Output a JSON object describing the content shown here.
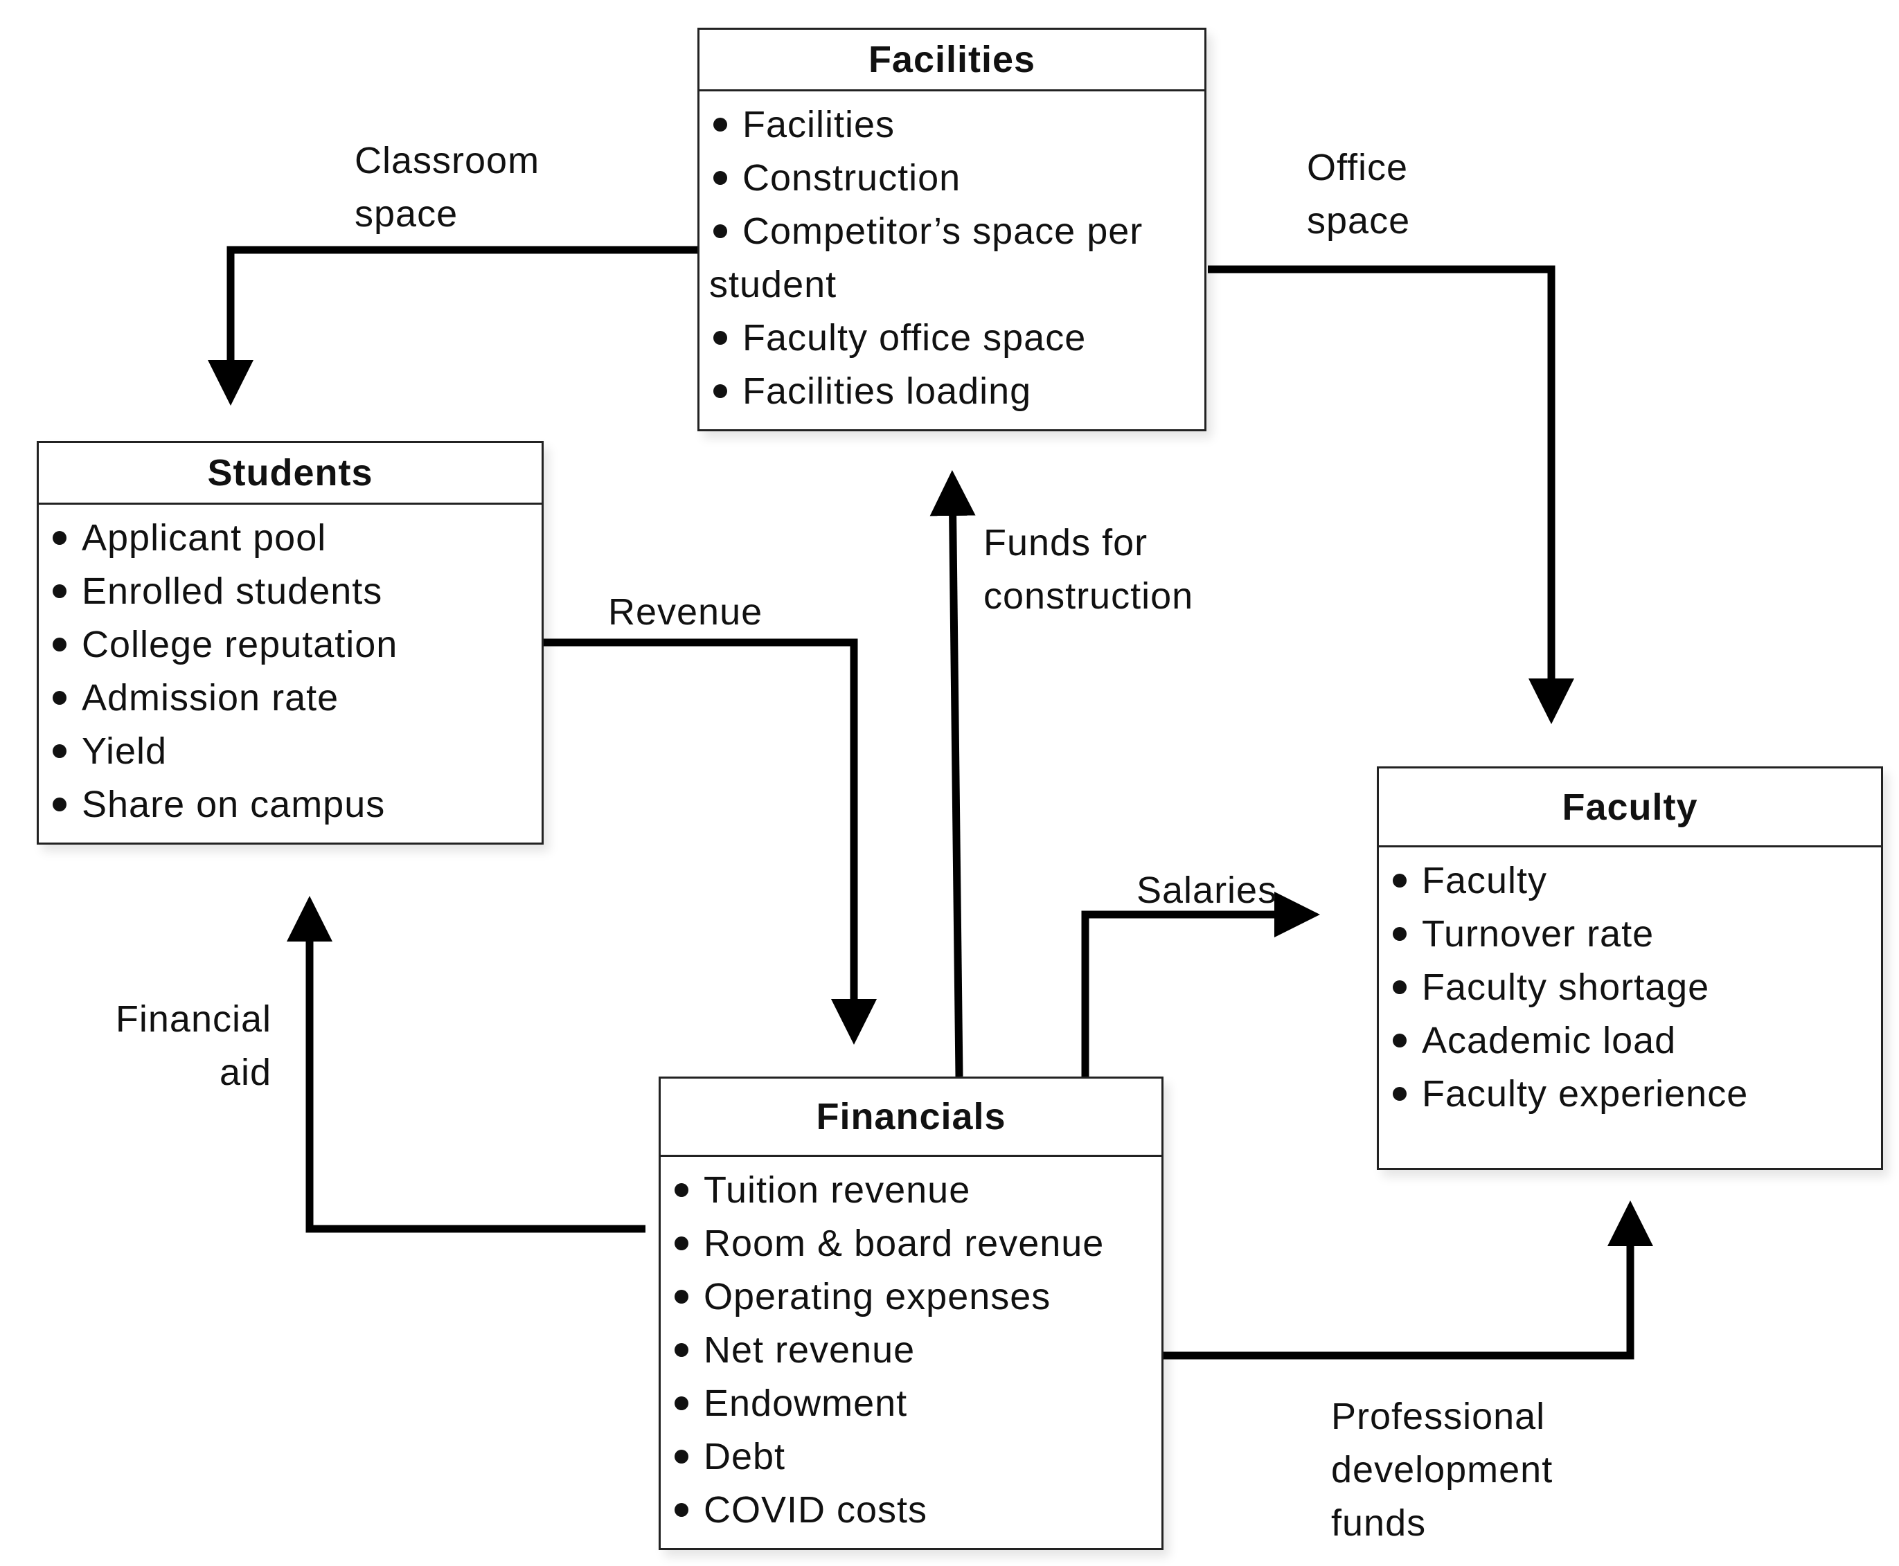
{
  "boxes": {
    "facilities": {
      "title": "Facilities",
      "items": [
        "Facilities",
        "Construction",
        "Competitor’s space per student",
        "Faculty office space",
        "Facilities loading"
      ]
    },
    "students": {
      "title": "Students",
      "items": [
        "Applicant pool",
        "Enrolled students",
        "College reputation",
        "Admission rate",
        "Yield",
        "Share on campus"
      ]
    },
    "faculty": {
      "title": "Faculty",
      "items": [
        "Faculty",
        "Turnover rate",
        "Faculty shortage",
        "Academic load",
        "Faculty experience"
      ]
    },
    "financials": {
      "title": "Financials",
      "items": [
        "Tuition revenue",
        "Room & board revenue",
        "Operating expenses",
        "Net revenue",
        "Endowment",
        "Debt",
        "COVID costs"
      ]
    }
  },
  "flows": {
    "classroom_space": "Classroom\nspace",
    "office_space": "Office\nspace",
    "funds_for_construction": "Funds for\nconstruction",
    "revenue": "Revenue",
    "salaries": "Salaries",
    "financial_aid": "Financial\naid",
    "professional_development_funds": "Professional\ndevelopment\nfunds"
  },
  "colors": {
    "line": "#000000",
    "border": "#222222",
    "text": "#111111"
  }
}
